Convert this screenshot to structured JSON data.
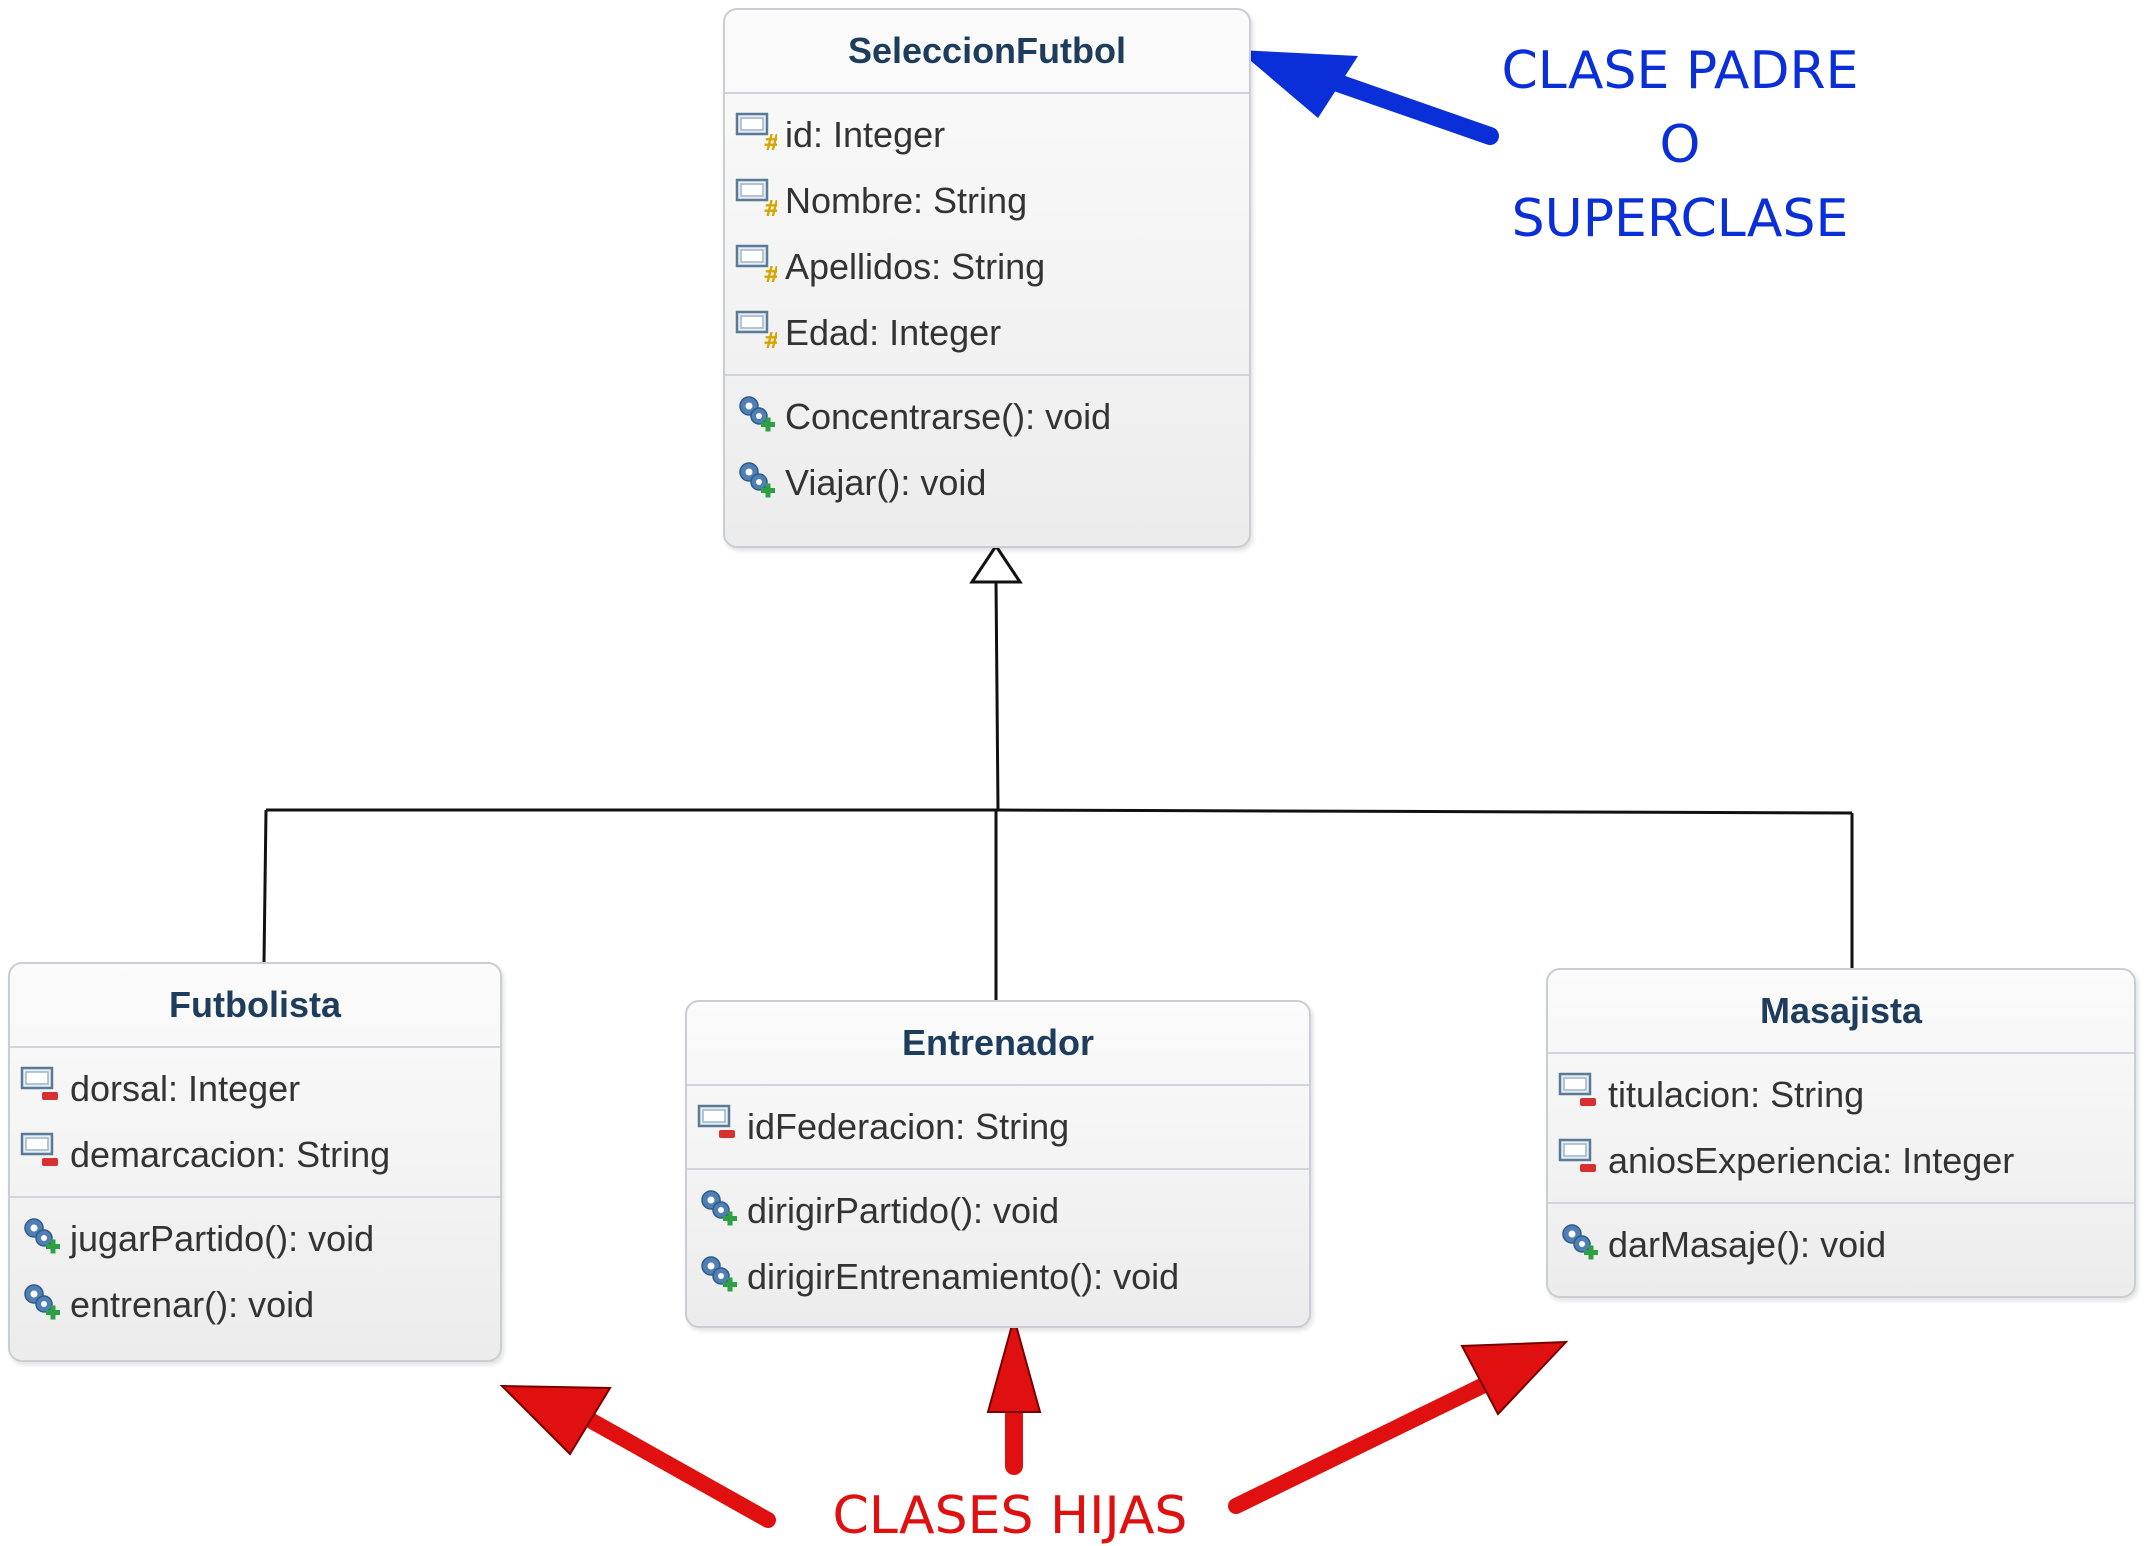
{
  "parent_class": {
    "name": "SeleccionFutbol",
    "attributes": [
      "id: Integer",
      "Nombre: String",
      "Apellidos: String",
      "Edad: Integer"
    ],
    "methods": [
      "Concentrarse(): void",
      "Viajar(): void"
    ]
  },
  "child_classes": [
    {
      "name": "Futbolista",
      "attributes": [
        "dorsal: Integer",
        "demarcacion: String"
      ],
      "methods": [
        "jugarPartido(): void",
        "entrenar(): void"
      ]
    },
    {
      "name": "Entrenador",
      "attributes": [
        "idFederacion: String"
      ],
      "methods": [
        "dirigirPartido(): void",
        "dirigirEntrenamiento(): void"
      ]
    },
    {
      "name": "Masajista",
      "attributes": [
        "titulacion: String",
        "aniosExperiencia: Integer"
      ],
      "methods": [
        "darMasaje(): void"
      ]
    }
  ],
  "annotations": {
    "parent_label": [
      "CLASE PADRE",
      "O",
      "SUPERCLASE"
    ],
    "children_label": "CLASES HIJAS"
  },
  "colors": {
    "parent_arrow": "#0a2fd8",
    "children_arrows": "#e01010"
  },
  "icons": {
    "protected_attribute": "field-protected-icon",
    "private_attribute": "field-private-icon",
    "public_method": "method-public-icon"
  }
}
